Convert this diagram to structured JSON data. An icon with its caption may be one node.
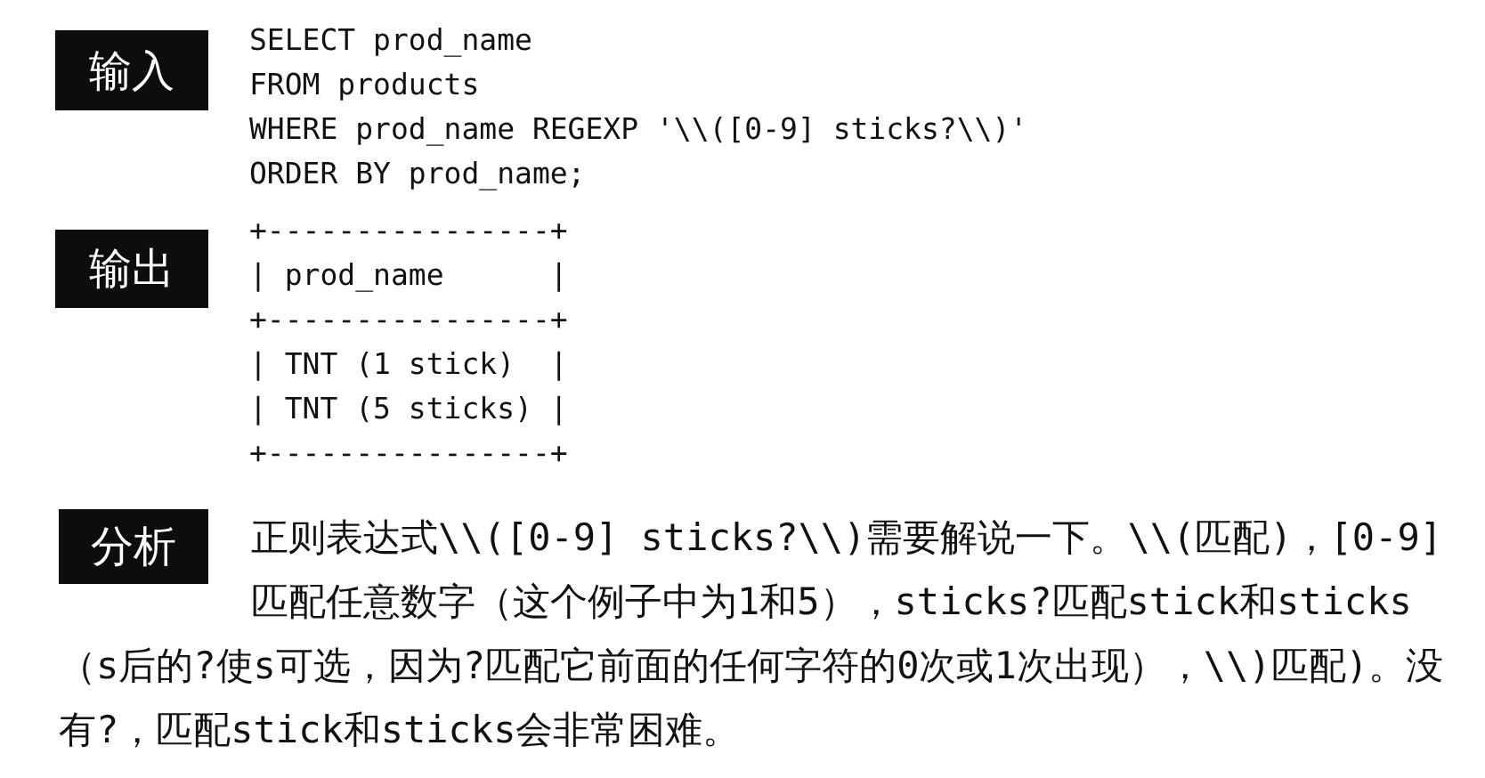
{
  "diagram": {
    "nodes": [
      {
        "text": [
          "输入"
        ]
      },
      {
        "text": [
          "输出"
        ]
      },
      {
        "text": [
          "分析"
        ]
      }
    ],
    "labels": [
      "SELECT prod_name",
      "FROM products",
      "WHERE prod_name REGEXP '\\\\([0-9] sticks?\\\\)'",
      "ORDER BY prod_name;",
      "+----------------+",
      "| prod_name      |",
      "+----------------+",
      "| TNT (1 stick)  |",
      "| TNT (5 sticks) |",
      "+----------------+",
      "正则表达式\\\\([0-9] sticks?\\\\)需要解说一下。\\\\(匹配)，[0-9]匹配任意数字（这个例子中为1和5），sticks?匹配stick和sticks（s后的?使s可选，因为?匹配它前面的任何字符的0次或1次出现），\\\\)匹配)。没有?，匹配stick和sticks会非常困难。"
    ]
  }
}
